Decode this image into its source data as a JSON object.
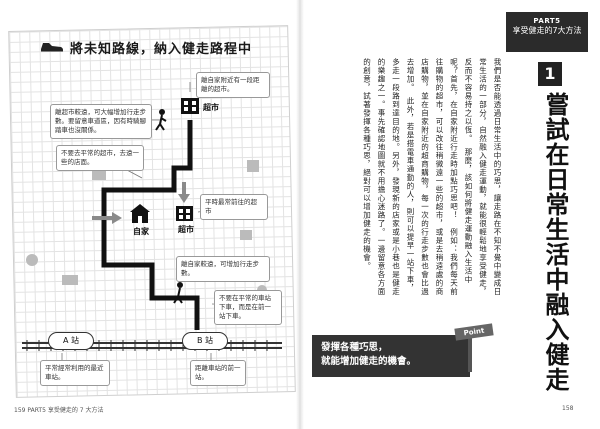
{
  "left_page": {
    "header_title": "將未知路線，納入健走路程中",
    "notes": {
      "n1": "離自家附近有一段距離的超市。",
      "n2": "離超市較遠，可大幅增加行走步數。要留意車道區，因有時騎腳踏車也沒關係。",
      "n3": "不要去平常的超市，去遠一些的店面。",
      "n4": "平時最常前往的超市",
      "n5": "離自家較遠，可增加行走步數。",
      "n6": "不要在平常的車站下車，而是在前一站下車。",
      "n7": "平常經常利用的最近車站。",
      "n8": "距離車站的前一站。"
    },
    "places": {
      "supermarket_top": "超市",
      "supermarket_mid": "超市",
      "home": "自家",
      "station_a": "A 站",
      "station_b": "B 站"
    },
    "footer": "159  PART5  享受健走的 7 大方法",
    "page_number_right": "158"
  },
  "right_page": {
    "part_label": "PART5",
    "part_title": "享受健走的7大方法",
    "section_number": "1",
    "title": "嘗試在日常生活中融入健走",
    "body": "我們是否能透過日常生活中的巧思，讓走路在不知不覺中變成日常生活的一部分，自然融入健走運動，就能很輕鬆地享受健走，反而不容易持之以恆。　那麼，該如何將健走運動融入生活中呢？首先，在自家附近行走時加點巧思吧！　例如：我們每天前往購物的超市，可以改往稍微遠一些的超市，或是去稍遠處的商店購物，並在自家附近的超商購物，每一次的行走步數也會比過去增加。　此外，若是搭電車通勤的人，則可以提早一站下車，多走一段路到達目的地。另外，發現新的店家或是小巷也是健走的樂趣之一。事先確認地圖就不用擔心迷路了。一邊留意各方面的創意，試著發揮各種巧思，絕對可以增加健走的機會。",
    "point_label": "Point",
    "point_text": "發揮各種巧思，\n就能增加健走的機會。"
  },
  "colors": {
    "route": "#111111",
    "arrow_gray": "#8a8a8a",
    "dark_box": "#2b2b2b"
  }
}
